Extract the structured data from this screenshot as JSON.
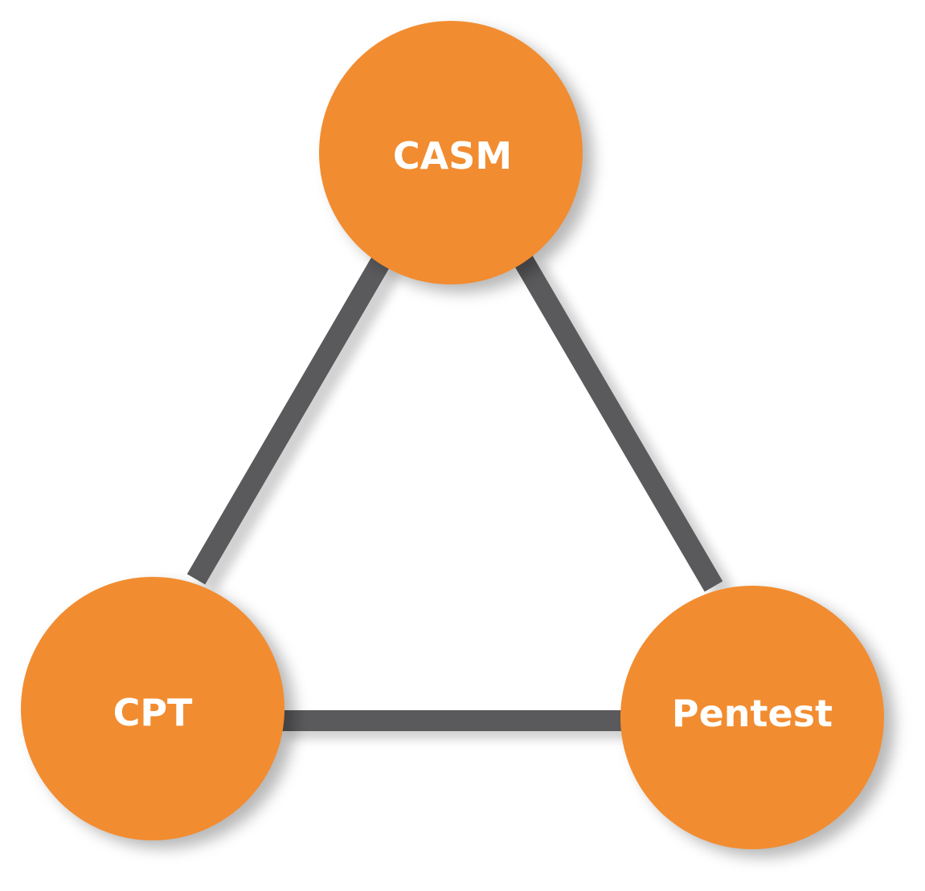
{
  "diagram": {
    "type": "triangle-relationship",
    "nodes": [
      {
        "id": "casm",
        "label": "CASM"
      },
      {
        "id": "cpt",
        "label": "CPT"
      },
      {
        "id": "pentest",
        "label": "Pentest"
      }
    ],
    "edges": [
      {
        "from": "casm",
        "to": "cpt"
      },
      {
        "from": "casm",
        "to": "pentest"
      },
      {
        "from": "cpt",
        "to": "pentest"
      }
    ],
    "colors": {
      "node_fill": "#f28c30",
      "node_text": "#ffffff",
      "edge": "#5a5a5c",
      "background": "#ffffff"
    }
  }
}
